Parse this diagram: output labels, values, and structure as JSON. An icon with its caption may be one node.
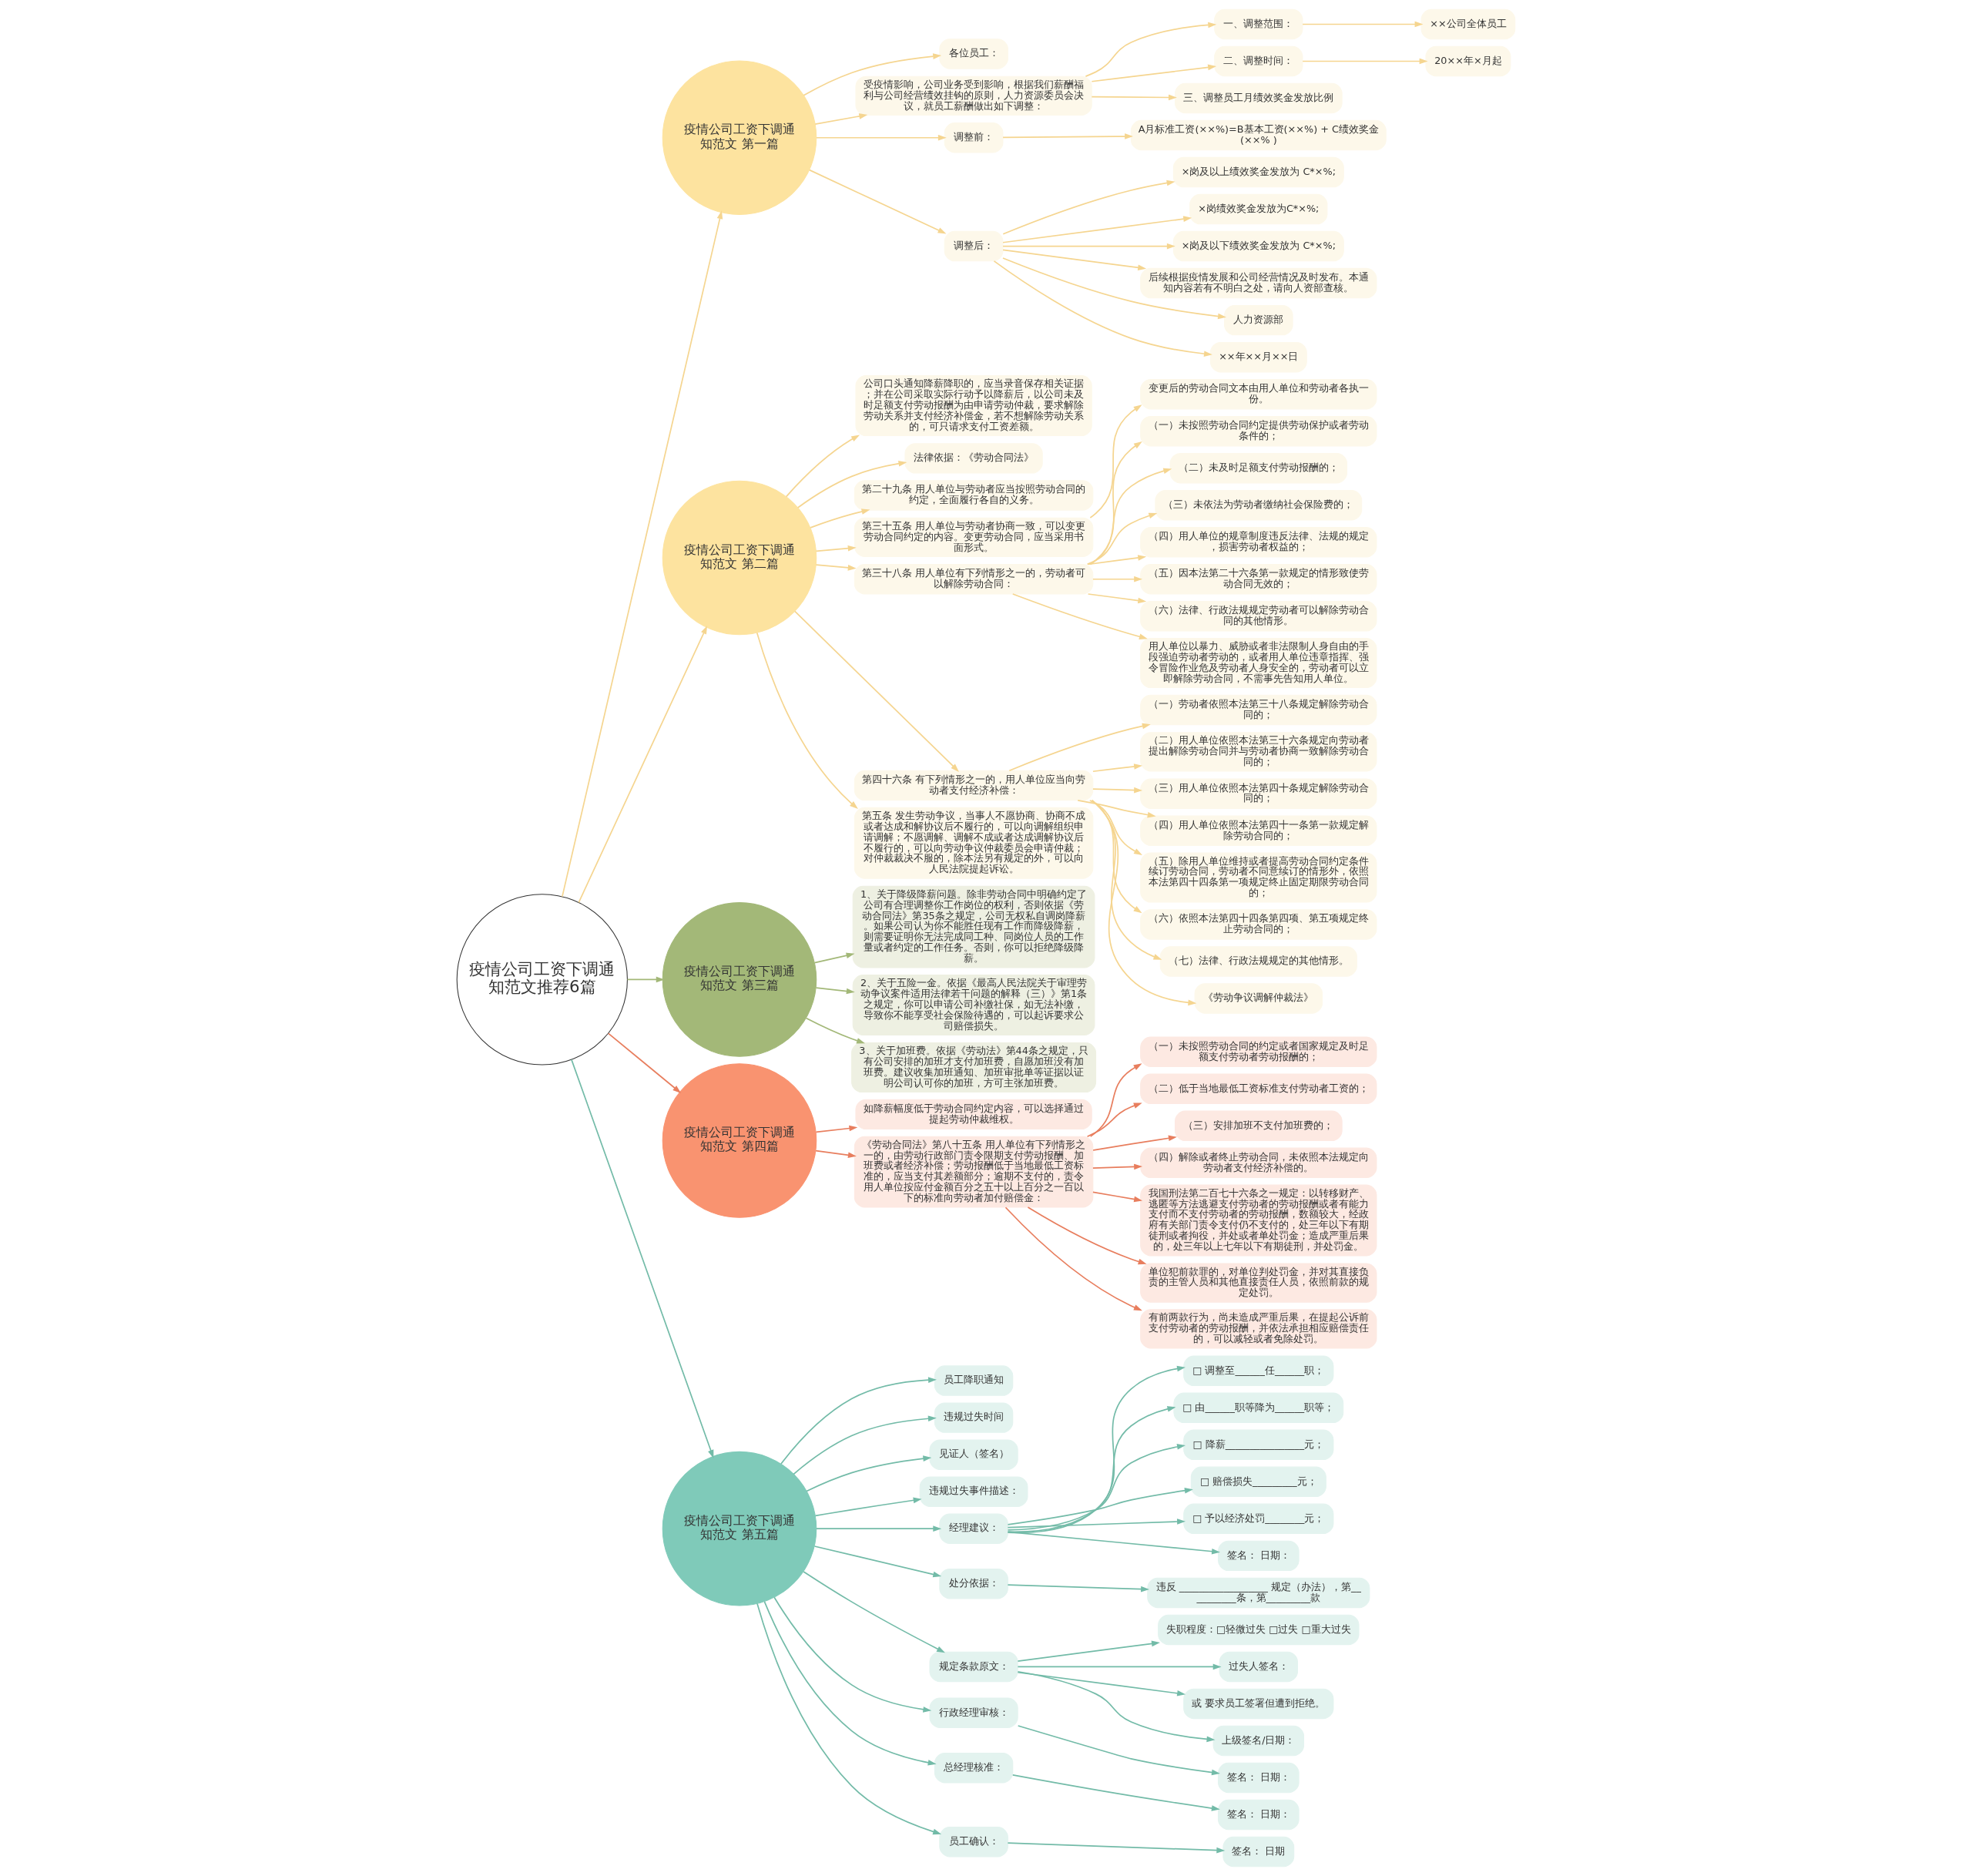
{
  "diagram": {
    "nodes": [
      {
        "text": [
          "疫情公司工资下调通知范文推荐6篇"
        ]
      },
      {
        "text": [
          "疫情公司工资下调通知范文 第一篇"
        ]
      },
      {
        "text": [
          "各位员工："
        ]
      },
      {
        "text": [
          "受疫情影响，公司业务受到影响，根据我们薪酬福利与公司经营绩效挂钩的原则，人力资源委员会决议，就员工薪酬做出如下调整："
        ]
      },
      {
        "text": [
          "一、调整范围："
        ]
      },
      {
        "text": [
          "××公司全体员工"
        ]
      },
      {
        "text": [
          "二、调整时间："
        ]
      },
      {
        "text": [
          "20××年×月起"
        ]
      },
      {
        "text": [
          "三、调整员工月绩效奖金发放比例"
        ]
      },
      {
        "text": [
          "调整前："
        ]
      },
      {
        "text": [
          "A月标准工资(××%)=B基本工资(××%) + C绩效奖金(××% )"
        ]
      },
      {
        "text": [
          "调整后："
        ]
      },
      {
        "text": [
          "×岗及以上绩效奖金发放为 C*×%;"
        ]
      },
      {
        "text": [
          "×岗绩效奖金发放为C*×%;"
        ]
      },
      {
        "text": [
          "×岗及以下绩效奖金发放为 C*×%;"
        ]
      },
      {
        "text": [
          "后续根据疫情发展和公司经营情况及时发布。本通知内容若有不明白之处，请向人资部查核。"
        ]
      },
      {
        "text": [
          "人力资源部"
        ]
      },
      {
        "text": [
          "××年××月××日"
        ]
      },
      {
        "text": [
          "疫情公司工资下调通知范文 第二篇"
        ]
      },
      {
        "text": [
          "公司口头通知降薪降职的，应当录音保存相关证据；并在公司采取实际行动予以降薪后，以公司未及时足额支付劳动报酬为由申请劳动仲裁，要求解除劳动关系并支付经济补偿金，若不想解除劳动关系的，可只请求支付工资差额。"
        ]
      },
      {
        "text": [
          "法律依据：《劳动合同法》"
        ]
      },
      {
        "text": [
          "第二十九条 用人单位与劳动者应当按照劳动合同的约定，全面履行各自的义务。"
        ]
      },
      {
        "text": [
          "第三十五条 用人单位与劳动者协商一致，可以变更劳动合同约定的内容。变更劳动合同，应当采用书面形式。"
        ]
      },
      {
        "text": [
          "变更后的劳动合同文本由用人单位和劳动者各执一份。"
        ]
      },
      {
        "text": [
          "第三十八条 用人单位有下列情形之一的，劳动者可以解除劳动合同："
        ]
      },
      {
        "text": [
          "（一）未按照劳动合同约定提供劳动保护或者劳动条件的；"
        ]
      },
      {
        "text": [
          "（二）未及时足额支付劳动报酬的；"
        ]
      },
      {
        "text": [
          "（三）未依法为劳动者缴纳社会保险费的；"
        ]
      },
      {
        "text": [
          "（四）用人单位的规章制度违反法律、法规的规定，损害劳动者权益的；"
        ]
      },
      {
        "text": [
          "（五）因本法第二十六条第一款规定的情形致使劳动合同无效的；"
        ]
      },
      {
        "text": [
          "（六）法律、行政法规规定劳动者可以解除劳动合同的其他情形。"
        ]
      },
      {
        "text": [
          "用人单位以暴力、威胁或者非法限制人身自由的手段强迫劳动者劳动的，或者用人单位违章指挥、强令冒险作业危及劳动者人身安全的，劳动者可以立即解除劳动合同，不需事先告知用人单位。"
        ]
      },
      {
        "text": [
          "第四十六条 有下列情形之一的，用人单位应当向劳动者支付经济补偿："
        ]
      },
      {
        "text": [
          "（一）劳动者依照本法第三十八条规定解除劳动合同的；"
        ]
      },
      {
        "text": [
          "（二）用人单位依照本法第三十六条规定向劳动者提出解除劳动合同并与劳动者协商一致解除劳动合同的；"
        ]
      },
      {
        "text": [
          "（三）用人单位依照本法第四十条规定解除劳动合同的；"
        ]
      },
      {
        "text": [
          "（四）用人单位依照本法第四十一条第一款规定解除劳动合同的；"
        ]
      },
      {
        "text": [
          "（五）除用人单位维持或者提高劳动合同约定条件续订劳动合同，劳动者不同意续订的情形外，依照本法第四十四条第一项规定终止固定期限劳动合同的；"
        ]
      },
      {
        "text": [
          "（六）依照本法第四十四条第四项、第五项规定终止劳动合同的；"
        ]
      },
      {
        "text": [
          "（七）法律、行政法规规定的其他情形。"
        ]
      },
      {
        "text": [
          "《劳动争议调解仲裁法》"
        ]
      },
      {
        "text": [
          "第五条 发生劳动争议，当事人不愿协商、协商不成或者达成和解协议后不履行的，可以向调解组织申请调解；不愿调解、调解不成或者达成调解协议后不履行的，可以向劳动争议仲裁委员会申请仲裁；对仲裁裁决不服的，除本法另有规定的外，可以向人民法院提起诉讼。"
        ]
      },
      {
        "text": [
          "疫情公司工资下调通知范文 第三篇"
        ]
      },
      {
        "text": [
          "1、关于降级降薪问题。除非劳动合同中明确约定了公司有合理调整你工作岗位的权利，否则依据《劳动合同法》第35条之规定，公司无权私自调岗降薪。如果公司认为你不能胜任现有工作而降级降薪，则需要证明你无法完成同工种、同岗位人员的工作量或者约定的工作任务。否则，你可以拒绝降级降薪。"
        ]
      },
      {
        "text": [
          "2、关于五险一金。依据《最高人民法院关于审理劳动争议案件适用法律若干问题的解释（三）》第1条之规定，你可以申请公司补缴社保，如无法补缴，导致你不能享受社会保险待遇的，可以起诉要求公司赔偿损失。"
        ]
      },
      {
        "text": [
          "3、关于加班费。依据《劳动法》第44条之规定，只有公司安排的加班才支付加班费，自愿加班没有加班费。建议收集加班通知、加班审批单等证据以证明公司认可你的加班，方可主张加班费。"
        ]
      },
      {
        "text": [
          "疫情公司工资下调通知范文 第四篇"
        ]
      },
      {
        "text": [
          "如降薪幅度低于劳动合同约定内容，可以选择通过提起劳动仲裁维权。"
        ]
      },
      {
        "text": [
          "《劳动合同法》第八十五条 用人单位有下列情形之一的，由劳动行政部门责令限期支付劳动报酬、加班费或者经济补偿；劳动报酬低于当地最低工资标准的，应当支付其差额部分；逾期不支付的，责令用人单位按应付金额百分之五十以上百分之一百以下的标准向劳动者加付赔偿金："
        ]
      },
      {
        "text": [
          "（一）未按照劳动合同的约定或者国家规定及时足额支付劳动者劳动报酬的；"
        ]
      },
      {
        "text": [
          "（二）低于当地最低工资标准支付劳动者工资的；"
        ]
      },
      {
        "text": [
          "（三）安排加班不支付加班费的；"
        ]
      },
      {
        "text": [
          "（四）解除或者终止劳动合同，未依照本法规定向劳动者支付经济补偿的。"
        ]
      },
      {
        "text": [
          "我国刑法第二百七十六条之一规定：以转移财产、逃匿等方法逃避支付劳动者的劳动报酬或者有能力支付而不支付劳动者的劳动报酬，数额较大，经政府有关部门责令支付仍不支付的，处三年以下有期徒刑或者拘役，并处或者单处罚金；造成严重后果的，处三年以上七年以下有期徒刑，并处罚金。"
        ]
      },
      {
        "text": [
          "单位犯前款罪的，对单位判处罚金，并对其直接负责的主管人员和其他直接责任人员，依照前款的规定处罚。"
        ]
      },
      {
        "text": [
          "有前两款行为，尚未造成严重后果，在提起公诉前支付劳动者的劳动报酬，并依法承担相应赔偿责任的，可以减轻或者免除处罚。"
        ]
      },
      {
        "text": [
          "疫情公司工资下调通知范文 第五篇"
        ]
      },
      {
        "text": [
          "员工降职通知"
        ]
      },
      {
        "text": [
          "违规过失时间"
        ]
      },
      {
        "text": [
          "见证人（签名）"
        ]
      },
      {
        "text": [
          "违规过失事件描述："
        ]
      },
      {
        "text": [
          "经理建议："
        ]
      },
      {
        "text": [
          "□ 调整至______任______职；"
        ]
      },
      {
        "text": [
          "□ 由______职等降为______职等；"
        ]
      },
      {
        "text": [
          "□ 降薪________________元；"
        ]
      },
      {
        "text": [
          "□ 赔偿损失_________元；"
        ]
      },
      {
        "text": [
          "□ 予以经济处罚________元；"
        ]
      },
      {
        "text": [
          "签名： 日期："
        ]
      },
      {
        "text": [
          "处分依据："
        ]
      },
      {
        "text": [
          "违反 __________________ 规定（办法），第__________条，第_________款"
        ]
      },
      {
        "text": [
          "规定条款原文："
        ]
      },
      {
        "text": [
          "失职程度：□轻微过失 □过失 □重大过失"
        ]
      },
      {
        "text": [
          "过失人签名："
        ]
      },
      {
        "text": [
          "或 要求员工签署但遭到拒绝。"
        ]
      },
      {
        "text": [
          "上级签名/日期："
        ]
      },
      {
        "text": [
          "行政经理审核："
        ]
      },
      {
        "text": [
          "签名： 日期："
        ]
      },
      {
        "text": [
          "总经理核准："
        ]
      },
      {
        "text": [
          "签名： 日期："
        ]
      },
      {
        "text": [
          "员工确认："
        ]
      },
      {
        "text": [
          "签名： 日期"
        ]
      }
    ],
    "edges": [
      {
        "from": 0,
        "to": 1,
        "arrow": "to",
        "color": "#f5d590"
      },
      {
        "from": 1,
        "to": 2,
        "arrow": "to",
        "color": "#f5d590"
      },
      {
        "from": 1,
        "to": 3,
        "arrow": "to",
        "color": "#f5d590"
      },
      {
        "from": 3,
        "to": 4,
        "arrow": "to",
        "color": "#f5d590"
      },
      {
        "from": 4,
        "to": 5,
        "arrow": "to",
        "color": "#f5d590"
      },
      {
        "from": 3,
        "to": 6,
        "arrow": "to",
        "color": "#f5d590"
      },
      {
        "from": 6,
        "to": 7,
        "arrow": "to",
        "color": "#f5d590"
      },
      {
        "from": 3,
        "to": 8,
        "arrow": "to",
        "color": "#f5d590"
      },
      {
        "from": 1,
        "to": 9,
        "arrow": "to",
        "color": "#f5d590"
      },
      {
        "from": 9,
        "to": 10,
        "arrow": "to",
        "color": "#f5d590"
      },
      {
        "from": 1,
        "to": 11,
        "arrow": "to",
        "color": "#f5d590"
      },
      {
        "from": 11,
        "to": 12,
        "arrow": "to",
        "color": "#f5d590"
      },
      {
        "from": 11,
        "to": 13,
        "arrow": "to",
        "color": "#f5d590"
      },
      {
        "from": 11,
        "to": 14,
        "arrow": "to",
        "color": "#f5d590"
      },
      {
        "from": 11,
        "to": 15,
        "arrow": "to",
        "color": "#f5d590"
      },
      {
        "from": 11,
        "to": 16,
        "arrow": "to",
        "color": "#f5d590"
      },
      {
        "from": 11,
        "to": 17,
        "arrow": "to",
        "color": "#f5d590"
      },
      {
        "from": 0,
        "to": 18,
        "arrow": "to",
        "color": "#f5d590"
      },
      {
        "from": 18,
        "to": 19,
        "arrow": "to",
        "color": "#f5d590"
      },
      {
        "from": 18,
        "to": 20,
        "arrow": "to",
        "color": "#f5d590"
      },
      {
        "from": 18,
        "to": 21,
        "arrow": "to",
        "color": "#f5d590"
      },
      {
        "from": 18,
        "to": 22,
        "arrow": "to",
        "color": "#f5d590"
      },
      {
        "from": 22,
        "to": 23,
        "arrow": "to",
        "color": "#f5d590"
      },
      {
        "from": 18,
        "to": 24,
        "arrow": "to",
        "color": "#f5d590"
      },
      {
        "from": 24,
        "to": 25,
        "arrow": "to",
        "color": "#f5d590"
      },
      {
        "from": 24,
        "to": 26,
        "arrow": "to",
        "color": "#f5d590"
      },
      {
        "from": 24,
        "to": 27,
        "arrow": "to",
        "color": "#f5d590"
      },
      {
        "from": 24,
        "to": 28,
        "arrow": "to",
        "color": "#f5d590"
      },
      {
        "from": 24,
        "to": 29,
        "arrow": "to",
        "color": "#f5d590"
      },
      {
        "from": 24,
        "to": 30,
        "arrow": "to",
        "color": "#f5d590"
      },
      {
        "from": 24,
        "to": 31,
        "arrow": "to",
        "color": "#f5d590"
      },
      {
        "from": 18,
        "to": 32,
        "arrow": "to",
        "color": "#f5d590"
      },
      {
        "from": 32,
        "to": 33,
        "arrow": "to",
        "color": "#f5d590"
      },
      {
        "from": 32,
        "to": 34,
        "arrow": "to",
        "color": "#f5d590"
      },
      {
        "from": 32,
        "to": 35,
        "arrow": "to",
        "color": "#f5d590"
      },
      {
        "from": 32,
        "to": 36,
        "arrow": "to",
        "color": "#f5d590"
      },
      {
        "from": 32,
        "to": 37,
        "arrow": "to",
        "color": "#f5d590"
      },
      {
        "from": 32,
        "to": 38,
        "arrow": "to",
        "color": "#f5d590"
      },
      {
        "from": 32,
        "to": 39,
        "arrow": "to",
        "color": "#f5d590"
      },
      {
        "from": 32,
        "to": 40,
        "arrow": "to",
        "color": "#f5d590"
      },
      {
        "from": 18,
        "to": 41,
        "arrow": "to",
        "color": "#f5d590"
      },
      {
        "from": 0,
        "to": 42,
        "arrow": "to",
        "color": "#a3b878"
      },
      {
        "from": 42,
        "to": 43,
        "arrow": "to",
        "color": "#a3b878"
      },
      {
        "from": 42,
        "to": 44,
        "arrow": "to",
        "color": "#a3b878"
      },
      {
        "from": 42,
        "to": 45,
        "arrow": "to",
        "color": "#a3b878"
      },
      {
        "from": 0,
        "to": 46,
        "arrow": "to",
        "color": "#e87e5e"
      },
      {
        "from": 46,
        "to": 47,
        "arrow": "to",
        "color": "#e87e5e"
      },
      {
        "from": 46,
        "to": 48,
        "arrow": "to",
        "color": "#e87e5e"
      },
      {
        "from": 48,
        "to": 49,
        "arrow": "to",
        "color": "#e87e5e"
      },
      {
        "from": 48,
        "to": 50,
        "arrow": "to",
        "color": "#e87e5e"
      },
      {
        "from": 48,
        "to": 51,
        "arrow": "to",
        "color": "#e87e5e"
      },
      {
        "from": 48,
        "to": 52,
        "arrow": "to",
        "color": "#e87e5e"
      },
      {
        "from": 48,
        "to": 53,
        "arrow": "to",
        "color": "#e87e5e"
      },
      {
        "from": 48,
        "to": 54,
        "arrow": "to",
        "color": "#e87e5e"
      },
      {
        "from": 48,
        "to": 55,
        "arrow": "to",
        "color": "#e87e5e"
      },
      {
        "from": 0,
        "to": 56,
        "arrow": "to",
        "color": "#73bba8"
      },
      {
        "from": 56,
        "to": 57,
        "arrow": "to",
        "color": "#73bba8"
      },
      {
        "from": 56,
        "to": 58,
        "arrow": "to",
        "color": "#73bba8"
      },
      {
        "from": 56,
        "to": 59,
        "arrow": "to",
        "color": "#73bba8"
      },
      {
        "from": 56,
        "to": 60,
        "arrow": "to",
        "color": "#73bba8"
      },
      {
        "from": 56,
        "to": 61,
        "arrow": "to",
        "color": "#73bba8"
      },
      {
        "from": 61,
        "to": 62,
        "arrow": "to",
        "color": "#73bba8"
      },
      {
        "from": 61,
        "to": 63,
        "arrow": "to",
        "color": "#73bba8"
      },
      {
        "from": 61,
        "to": 64,
        "arrow": "to",
        "color": "#73bba8"
      },
      {
        "from": 61,
        "to": 65,
        "arrow": "to",
        "color": "#73bba8"
      },
      {
        "from": 61,
        "to": 66,
        "arrow": "to",
        "color": "#73bba8"
      },
      {
        "from": 61,
        "to": 67,
        "arrow": "to",
        "color": "#73bba8"
      },
      {
        "from": 56,
        "to": 68,
        "arrow": "to",
        "color": "#73bba8"
      },
      {
        "from": 68,
        "to": 69,
        "arrow": "to",
        "color": "#73bba8"
      },
      {
        "from": 56,
        "to": 70,
        "arrow": "to",
        "color": "#73bba8"
      },
      {
        "from": 70,
        "to": 71,
        "arrow": "to",
        "color": "#73bba8"
      },
      {
        "from": 70,
        "to": 72,
        "arrow": "to",
        "color": "#73bba8"
      },
      {
        "from": 70,
        "to": 73,
        "arrow": "to",
        "color": "#73bba8"
      },
      {
        "from": 70,
        "to": 74,
        "arrow": "to",
        "color": "#73bba8"
      },
      {
        "from": 56,
        "to": 75,
        "arrow": "to",
        "color": "#73bba8"
      },
      {
        "from": 75,
        "to": 76,
        "arrow": "to",
        "color": "#73bba8"
      },
      {
        "from": 56,
        "to": 77,
        "arrow": "to",
        "color": "#73bba8"
      },
      {
        "from": 77,
        "to": 78,
        "arrow": "to",
        "color": "#73bba8"
      },
      {
        "from": 56,
        "to": 79,
        "arrow": "to",
        "color": "#73bba8"
      },
      {
        "from": 79,
        "to": 80,
        "arrow": "to",
        "color": "#73bba8"
      }
    ]
  }
}
